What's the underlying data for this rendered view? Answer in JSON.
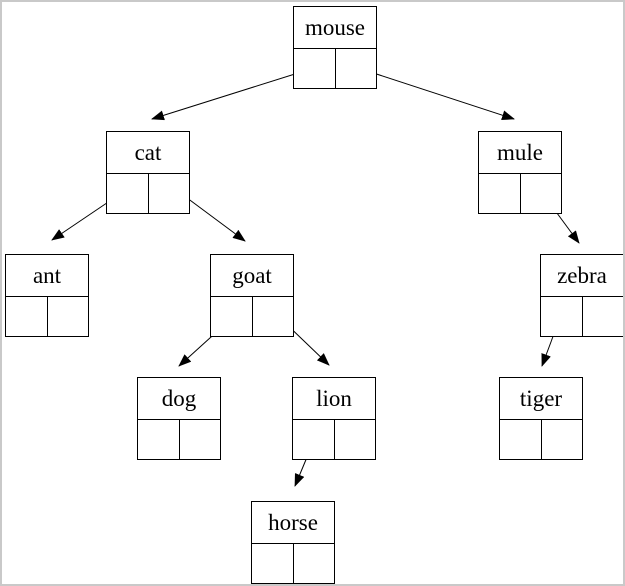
{
  "diagram": {
    "kind": "binary-tree",
    "colors": {
      "background": "#ffffff",
      "node_border": "#000000",
      "edge_line": "#000000",
      "frame_border": "#c9c9c9",
      "text": "#000000"
    },
    "nodes": [
      {
        "id": "mouse",
        "label": "mouse"
      },
      {
        "id": "cat",
        "label": "cat"
      },
      {
        "id": "mule",
        "label": "mule"
      },
      {
        "id": "ant",
        "label": "ant"
      },
      {
        "id": "goat",
        "label": "goat"
      },
      {
        "id": "zebra",
        "label": "zebra"
      },
      {
        "id": "dog",
        "label": "dog"
      },
      {
        "id": "lion",
        "label": "lion"
      },
      {
        "id": "tiger",
        "label": "tiger"
      },
      {
        "id": "horse",
        "label": "horse"
      }
    ],
    "edges": [
      {
        "from": "mouse",
        "cell": "left",
        "to": "cat"
      },
      {
        "from": "mouse",
        "cell": "right",
        "to": "mule"
      },
      {
        "from": "cat",
        "cell": "left",
        "to": "ant"
      },
      {
        "from": "cat",
        "cell": "right",
        "to": "goat"
      },
      {
        "from": "goat",
        "cell": "left",
        "to": "dog"
      },
      {
        "from": "goat",
        "cell": "right",
        "to": "lion"
      },
      {
        "from": "lion",
        "cell": "left",
        "to": "horse"
      },
      {
        "from": "mule",
        "cell": "right",
        "to": "zebra"
      },
      {
        "from": "zebra",
        "cell": "left",
        "to": "tiger"
      }
    ]
  }
}
